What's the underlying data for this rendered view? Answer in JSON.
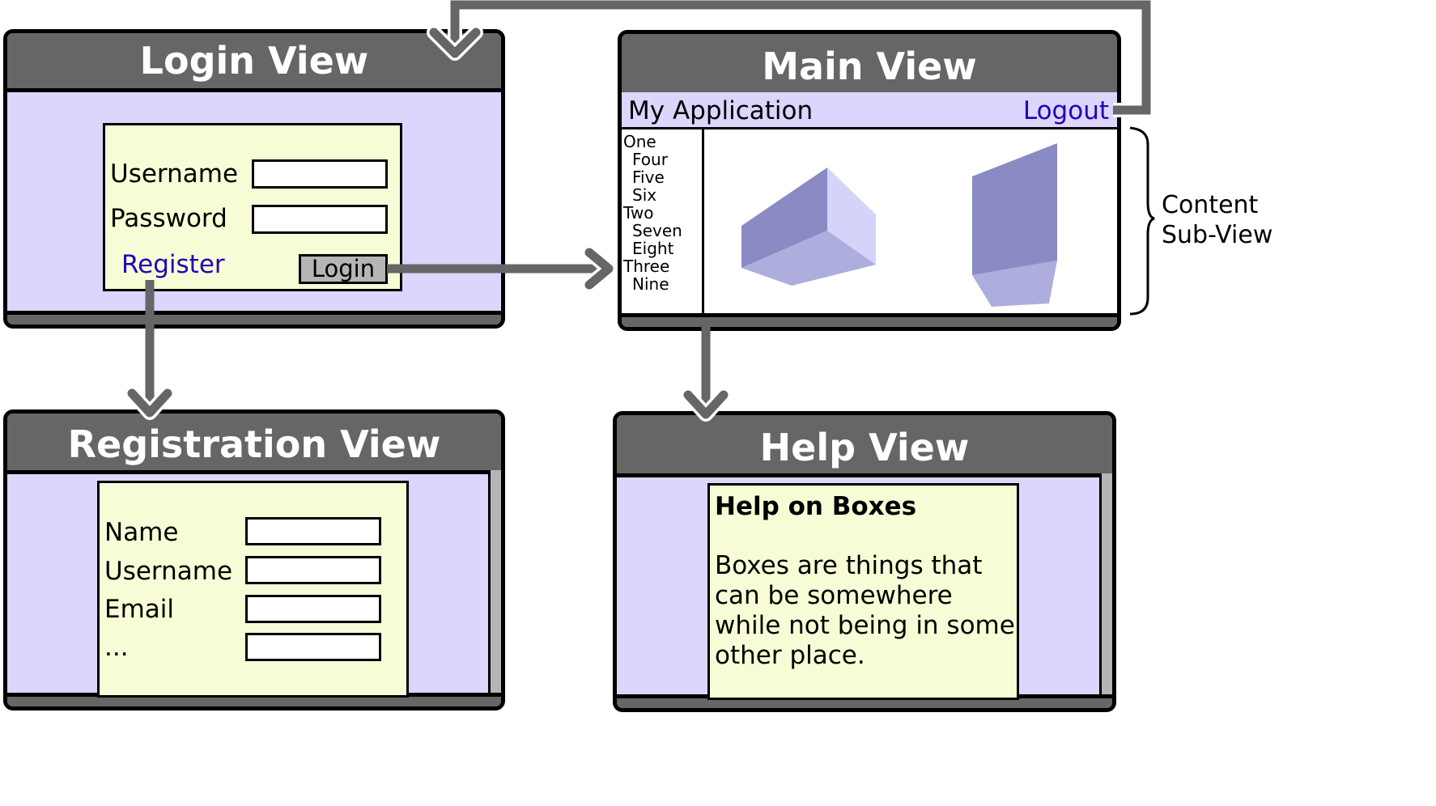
{
  "colors": {
    "titlebar": "#666666",
    "window_body": "#ddd5fb",
    "form_panel": "#f7fcd6",
    "link": "#2200bb",
    "arrow": "#666666",
    "box_dark": "#8a8ac4",
    "box_mid": "#adadde",
    "box_light": "#d4d4fb"
  },
  "login_view": {
    "title": "Login View",
    "username_label": "Username",
    "password_label": "Password",
    "register_link": "Register",
    "login_button": "Login"
  },
  "main_view": {
    "title": "Main View",
    "app_name": "My Application",
    "logout_link": "Logout",
    "tree": [
      "One",
      "Four",
      "Five",
      "Six",
      "Two",
      "Seven",
      "Eight",
      "Three",
      "Nine"
    ]
  },
  "content_annotation": {
    "line1": "Content",
    "line2": "Sub-View"
  },
  "registration_view": {
    "title": "Registration View",
    "name_label": "Name",
    "username_label": "Username",
    "email_label": "Email",
    "more_label": "..."
  },
  "help_view": {
    "title": "Help View",
    "heading": "Help on Boxes",
    "body_lines": [
      "Boxes are things that",
      "can be somewhere",
      "while not being in some",
      "other place."
    ]
  }
}
